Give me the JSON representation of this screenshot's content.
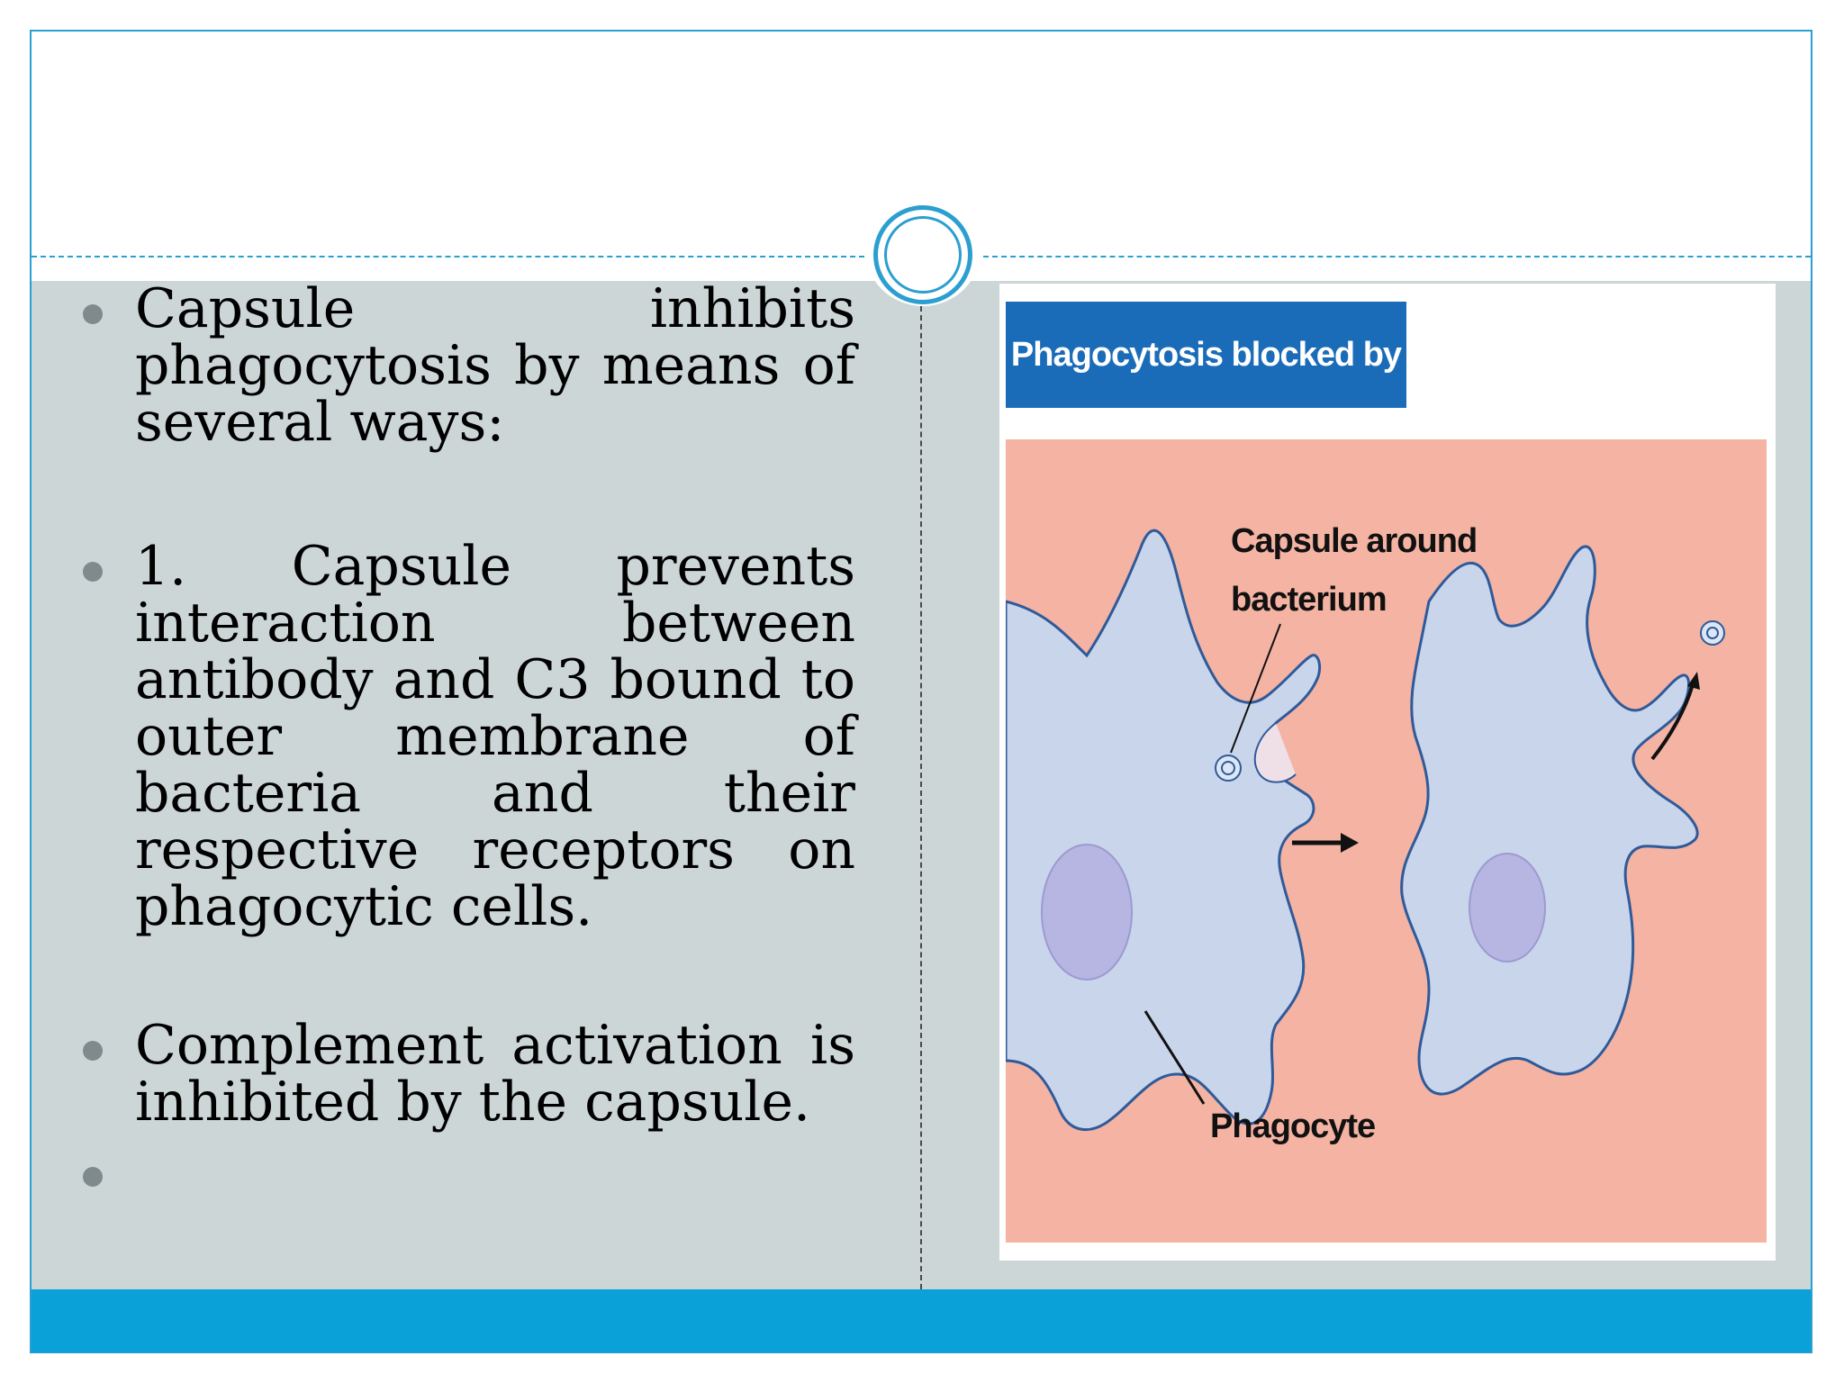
{
  "slide": {
    "bullets": [
      {
        "text": "Capsule inhibits phagocytosis by means of several ways:"
      },
      {
        "text": "1. Capsule prevents interaction between antibody and C3 bound to outer membrane of bacteria and their respective receptors on phagocytic cells."
      },
      {
        "text": "Complement activation is inhibited by the capsule."
      },
      {
        "text": ""
      }
    ]
  },
  "figure": {
    "title": "Phagocytosis blocked by capsule",
    "label_capsule": [
      "Capsule around",
      "bacterium"
    ],
    "label_phagocyte": "Phagocyte",
    "colors": {
      "background": "#f4b3a3",
      "cell_fill": "#c9d5ea",
      "cell_stroke": "#2f5a9a",
      "nucleus": "#b7b5e2",
      "title_bar": "#1b6cb8",
      "accent": "#2a9fd0",
      "footer": "#0aa0d8",
      "content_bg": "#cdd6d7"
    }
  }
}
